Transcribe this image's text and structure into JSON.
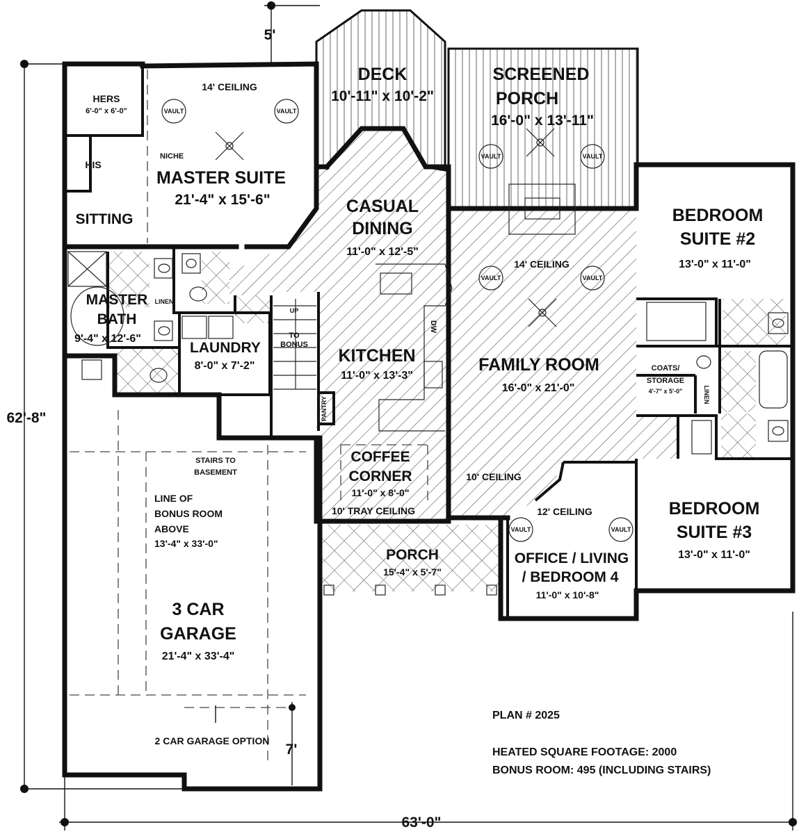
{
  "plan": {
    "title": "PLAN # 2025",
    "heated": "HEATED SQUARE FOOTAGE: 2000",
    "bonus": "BONUS ROOM: 495 (INCLUDING STAIRS)"
  },
  "dimensions": {
    "overall_height": "62'-8\"",
    "overall_width": "63'-0\"",
    "offset_top": "5'",
    "offset_garage": "7'"
  },
  "rooms": {
    "deck": {
      "name": "DECK",
      "size": "10'-11\" x 10'-2\""
    },
    "screened_porch": {
      "name1": "SCREENED",
      "name2": "PORCH",
      "size": "16'-0\" x 13'-11\""
    },
    "hers": {
      "name": "HERS",
      "size": "6'-0\" x 6'-0\""
    },
    "his": {
      "name": "HIS"
    },
    "niche": "NICHE",
    "master_suite": {
      "ceiling": "14' CEILING",
      "name": "MASTER SUITE",
      "size": "21'-4\" x 15'-6\""
    },
    "sitting": "SITTING",
    "casual_dining": {
      "name1": "CASUAL",
      "name2": "DINING",
      "size": "11'-0\" x 12'-5\""
    },
    "bedroom2": {
      "name1": "BEDROOM",
      "name2": "SUITE #2",
      "size": "13'-0\" x 11'-0\""
    },
    "family_room": {
      "ceiling": "14' CEILING",
      "name": "FAMILY ROOM",
      "size": "16'-0\" x 21'-0\""
    },
    "master_bath": {
      "name1": "MASTER",
      "name2": "BATH",
      "size": "9'-4\" x 12'-6\"",
      "linen": "LINEN"
    },
    "laundry": {
      "name": "LAUNDRY",
      "size": "8'-0\" x 7'-2\""
    },
    "stairs_up": {
      "up": "UP",
      "to": "TO",
      "bonus": "BONUS"
    },
    "kitchen": {
      "name": "KITCHEN",
      "size": "11'-0\" x 13'-3\"",
      "dw": "DW",
      "pantry": "PANTRY"
    },
    "coats": {
      "name1": "COATS/",
      "name2": "STORAGE",
      "size": "4'-7\" x 5'-0\"",
      "linen": "LINEN"
    },
    "stairs_basement": {
      "line1": "STAIRS TO",
      "line2": "BASEMENT"
    },
    "coffee_corner": {
      "name1": "COFFEE",
      "name2": "CORNER",
      "size": "11'-0\" x 8'-0\"",
      "ceiling": "10' TRAY CEILING"
    },
    "hall_ceiling": "10' CEILING",
    "bonus_line": {
      "line1": "LINE OF",
      "line2": "BONUS ROOM",
      "line3": "ABOVE",
      "size": "13'-4\" x 33'-0\""
    },
    "office": {
      "ceiling": "12' CEILING",
      "name1": "OFFICE / LIVING",
      "name2": "/ BEDROOM 4",
      "size": "11'-0\" x 10'-8\""
    },
    "bedroom3": {
      "name1": "BEDROOM",
      "name2": "SUITE #3",
      "size": "13'-0\" x 11'-0\""
    },
    "porch": {
      "name": "PORCH",
      "size": "15'-4\" x 5'-7\""
    },
    "garage": {
      "name1": "3 CAR",
      "name2": "GARAGE",
      "size": "21'-4\" x 33'-4\"",
      "option": "2 CAR GARAGE OPTION"
    },
    "vault": "VAULT"
  }
}
